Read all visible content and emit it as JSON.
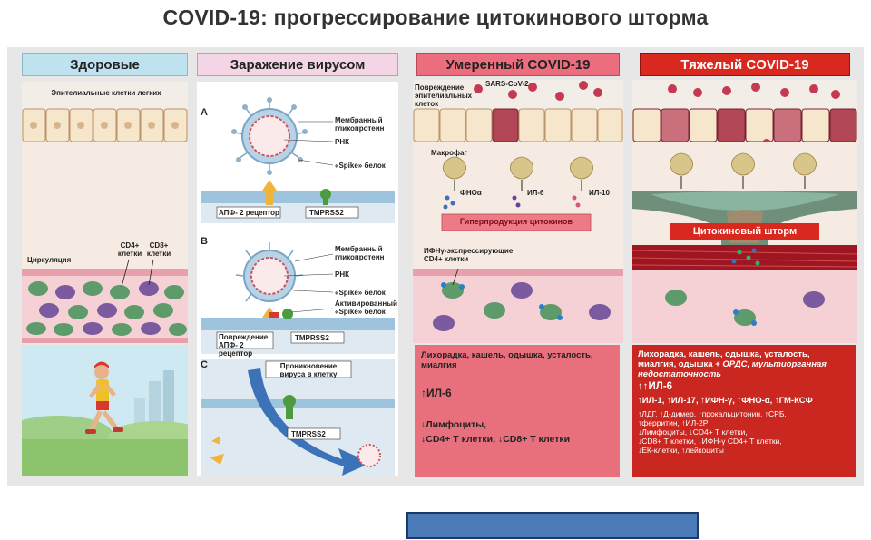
{
  "title": "COVID-19: прогрессирование цитокинового шторма",
  "col1": {
    "header": "Здоровые",
    "epithelium_label": "Эпителиальные клетки легких",
    "circulation_label": "Циркуляция",
    "cd4_label": "CD4+ клетки",
    "cd8_label": "CD8+ клетки"
  },
  "col2": {
    "header": "Заражение вирусом",
    "panelA": "А",
    "panelB": "В",
    "panelC": "С",
    "membrane_glyco": "Мембранный гликопротеин",
    "rna": "РНК",
    "spike": "«Spike» белок",
    "ace2": "АПФ- 2 рецептор",
    "tmprss2": "TMPRSS2",
    "membrane_glyco_b": "Мембранный гликопротеин",
    "rna_b": "РНК",
    "spike_b": "«Spike» белок",
    "activated_spike": "Активированный «Spike» белок",
    "damaged_ace2": "Повреждение АПФ- 2 рецептор",
    "tmprss2_b": "TMPRSS2",
    "entry": "Проникновение вируса в клетку",
    "tmprss2_c": "TMPRSS2"
  },
  "col3": {
    "header": "Умеренный COVID-19",
    "damage_label": "Повреждение эпителиальных клеток",
    "sars_label": "SARS-CoV-2",
    "macrophage_label": "Макрофаг",
    "tnf_label": "ФНОα",
    "il6_label": "ИЛ-6",
    "il10_label": "ИЛ-10",
    "hyper_label": "Гиперпродукция цитокинов",
    "ifn_cells_label": "ИФНγ-экспрессирующие CD4+ клетки",
    "symptoms": "Лихорадка, кашель, одышка, усталость, миалгия",
    "il6_up": "↑ИЛ-6",
    "lymph": "↓Лимфоциты,",
    "cd_cells": "↓CD4+ Т клетки, ↓CD8+ Т клетки"
  },
  "col4": {
    "header": "Тяжелый COVID-19",
    "storm_label": "Цитокиновый шторм",
    "symptoms_1": "Лихорадка, кашель, одышка, усталость, миалгия, одышка +",
    "ards": "ОРДС,",
    "mof": "мультиорганная недостаточность",
    "il6_up": "↑↑ИЛ-6",
    "cytokines": "↑ИЛ-1, ↑ИЛ-17, ↑ИФН-γ, ↑ФНО-α, ↑ГМ-КСФ",
    "markers_1": "↑ЛДГ, ↑Д-димер, ↑прокальцитонин, ↑СРБ,",
    "markers_2": "↑ферритин, ↑ИЛ-2Р",
    "markers_3": "↓Лимфоциты, ↓CD4+ Т клетки,",
    "markers_4": "↓CD8+ Т клетки, ↓ИФН-γ CD4+ Т клетки,",
    "markers_5": "↓ЕК-клетки, ↑лейкоциты"
  },
  "colors": {
    "col1_header": "#bfe3ee",
    "col2_header": "#f3d5e6",
    "col3_header": "#ec6d7d",
    "col4_header": "#d9281e",
    "col3_box": "#e8707c",
    "col4_box": "#c9271f",
    "bottom_bar": "#4a7ab8"
  }
}
